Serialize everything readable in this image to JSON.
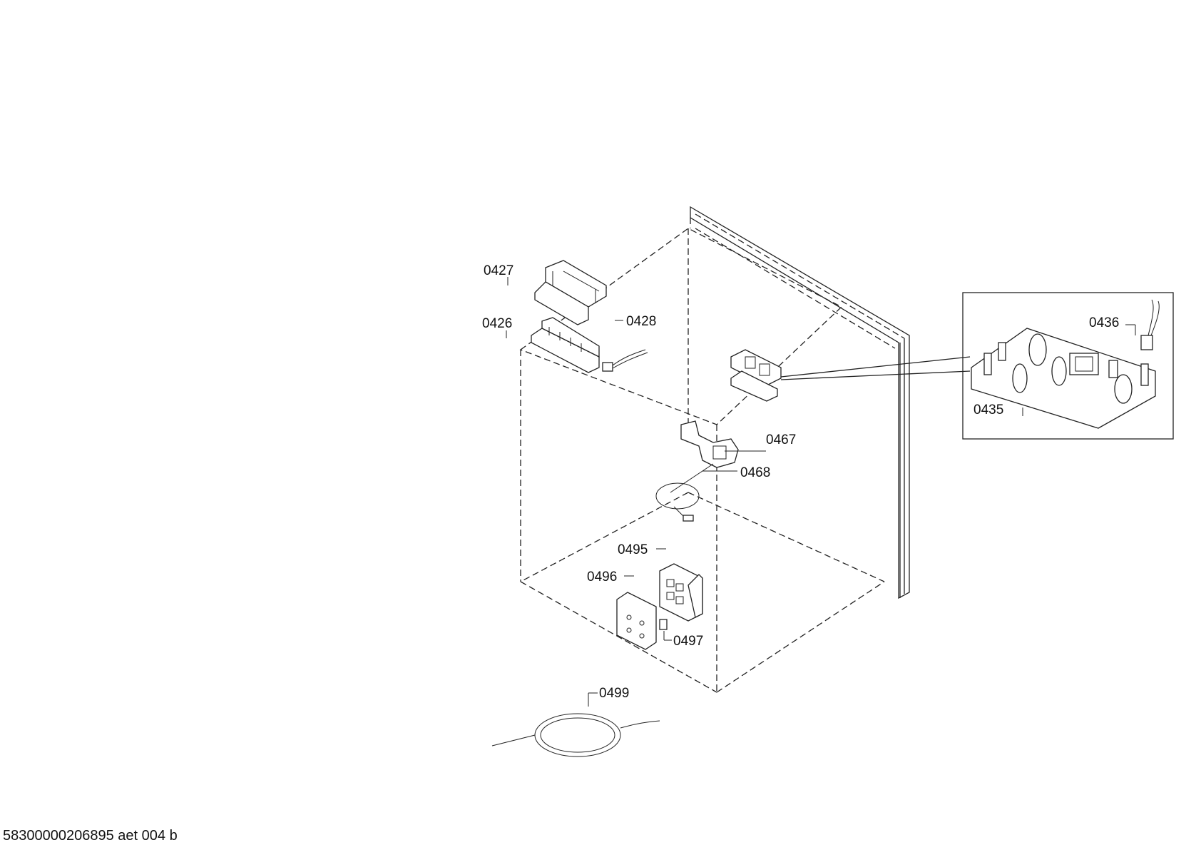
{
  "labels": {
    "p0427": "0427",
    "p0426": "0426",
    "p0428": "0428",
    "p0436": "0436",
    "p0435": "0435",
    "p0467": "0467",
    "p0468": "0468",
    "p0495": "0495",
    "p0496": "0496",
    "p0497": "0497",
    "p0499": "0499"
  },
  "footer": {
    "document_id": "58300000206895 aet 004 b"
  },
  "colors": {
    "line": "#222222",
    "background": "#ffffff"
  }
}
